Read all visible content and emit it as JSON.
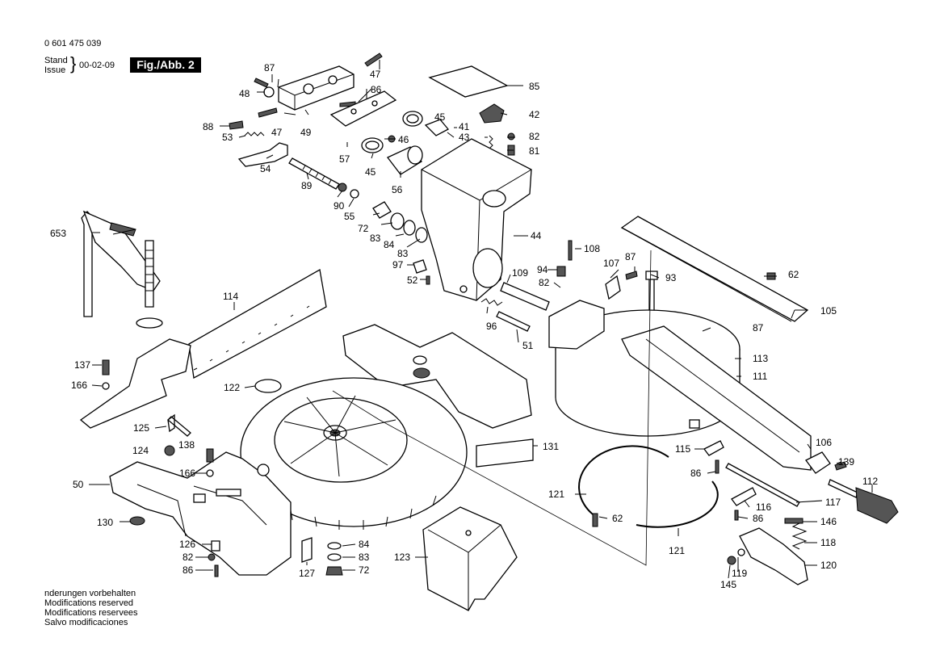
{
  "header": {
    "doc_number": "0 601 475 039",
    "stand": "Stand",
    "issue": "Issue",
    "date": "00-02-09",
    "figure": "Fig./Abb. 2"
  },
  "footer": [
    "nderungen vorbehalten",
    "Modifications reserved",
    "Modifications reservees",
    "Salvo modificaciones"
  ],
  "part_numbers": {
    "p87a": "87",
    "p47a": "47",
    "p48": "48",
    "p86a": "86",
    "p85": "85",
    "p88": "88",
    "p49": "49",
    "p45a": "45",
    "p42": "42",
    "p53": "53",
    "p47b": "47",
    "p41": "41",
    "p43": "43",
    "p82a": "82",
    "p46": "46",
    "p81": "81",
    "p54": "54",
    "p57": "57",
    "p45b": "45",
    "p89": "89",
    "p56": "56",
    "p90": "90",
    "p55": "55",
    "p653": "653",
    "p72a": "72",
    "p44": "44",
    "p83a": "83",
    "p84a": "84",
    "p108": "108",
    "p83b": "83",
    "p107": "107",
    "p87b": "87",
    "p62a": "62",
    "p97": "97",
    "p94": "94",
    "p109": "109",
    "p93": "93",
    "p52": "52",
    "p82b": "82",
    "p114": "114",
    "p105": "105",
    "p96": "96",
    "p87c": "87",
    "p51": "51",
    "p113": "113",
    "p137": "137",
    "p111": "111",
    "p166a": "166",
    "p122": "122",
    "p131": "131",
    "p106": "106",
    "p125": "125",
    "p115": "115",
    "p139": "139",
    "p124": "124",
    "p138": "138",
    "p86b": "86",
    "p112": "112",
    "p50": "50",
    "p166b": "166",
    "p121a": "121",
    "p117": "117",
    "p116": "116",
    "p62b": "62",
    "p86c": "86",
    "p146": "146",
    "p130": "130",
    "p118": "118",
    "p121b": "121",
    "p126": "126",
    "p84b": "84",
    "p82c": "82",
    "p83c": "83",
    "p123": "123",
    "p120": "120",
    "p86d": "86",
    "p127": "127",
    "p72b": "72",
    "p119": "119",
    "p145": "145"
  }
}
